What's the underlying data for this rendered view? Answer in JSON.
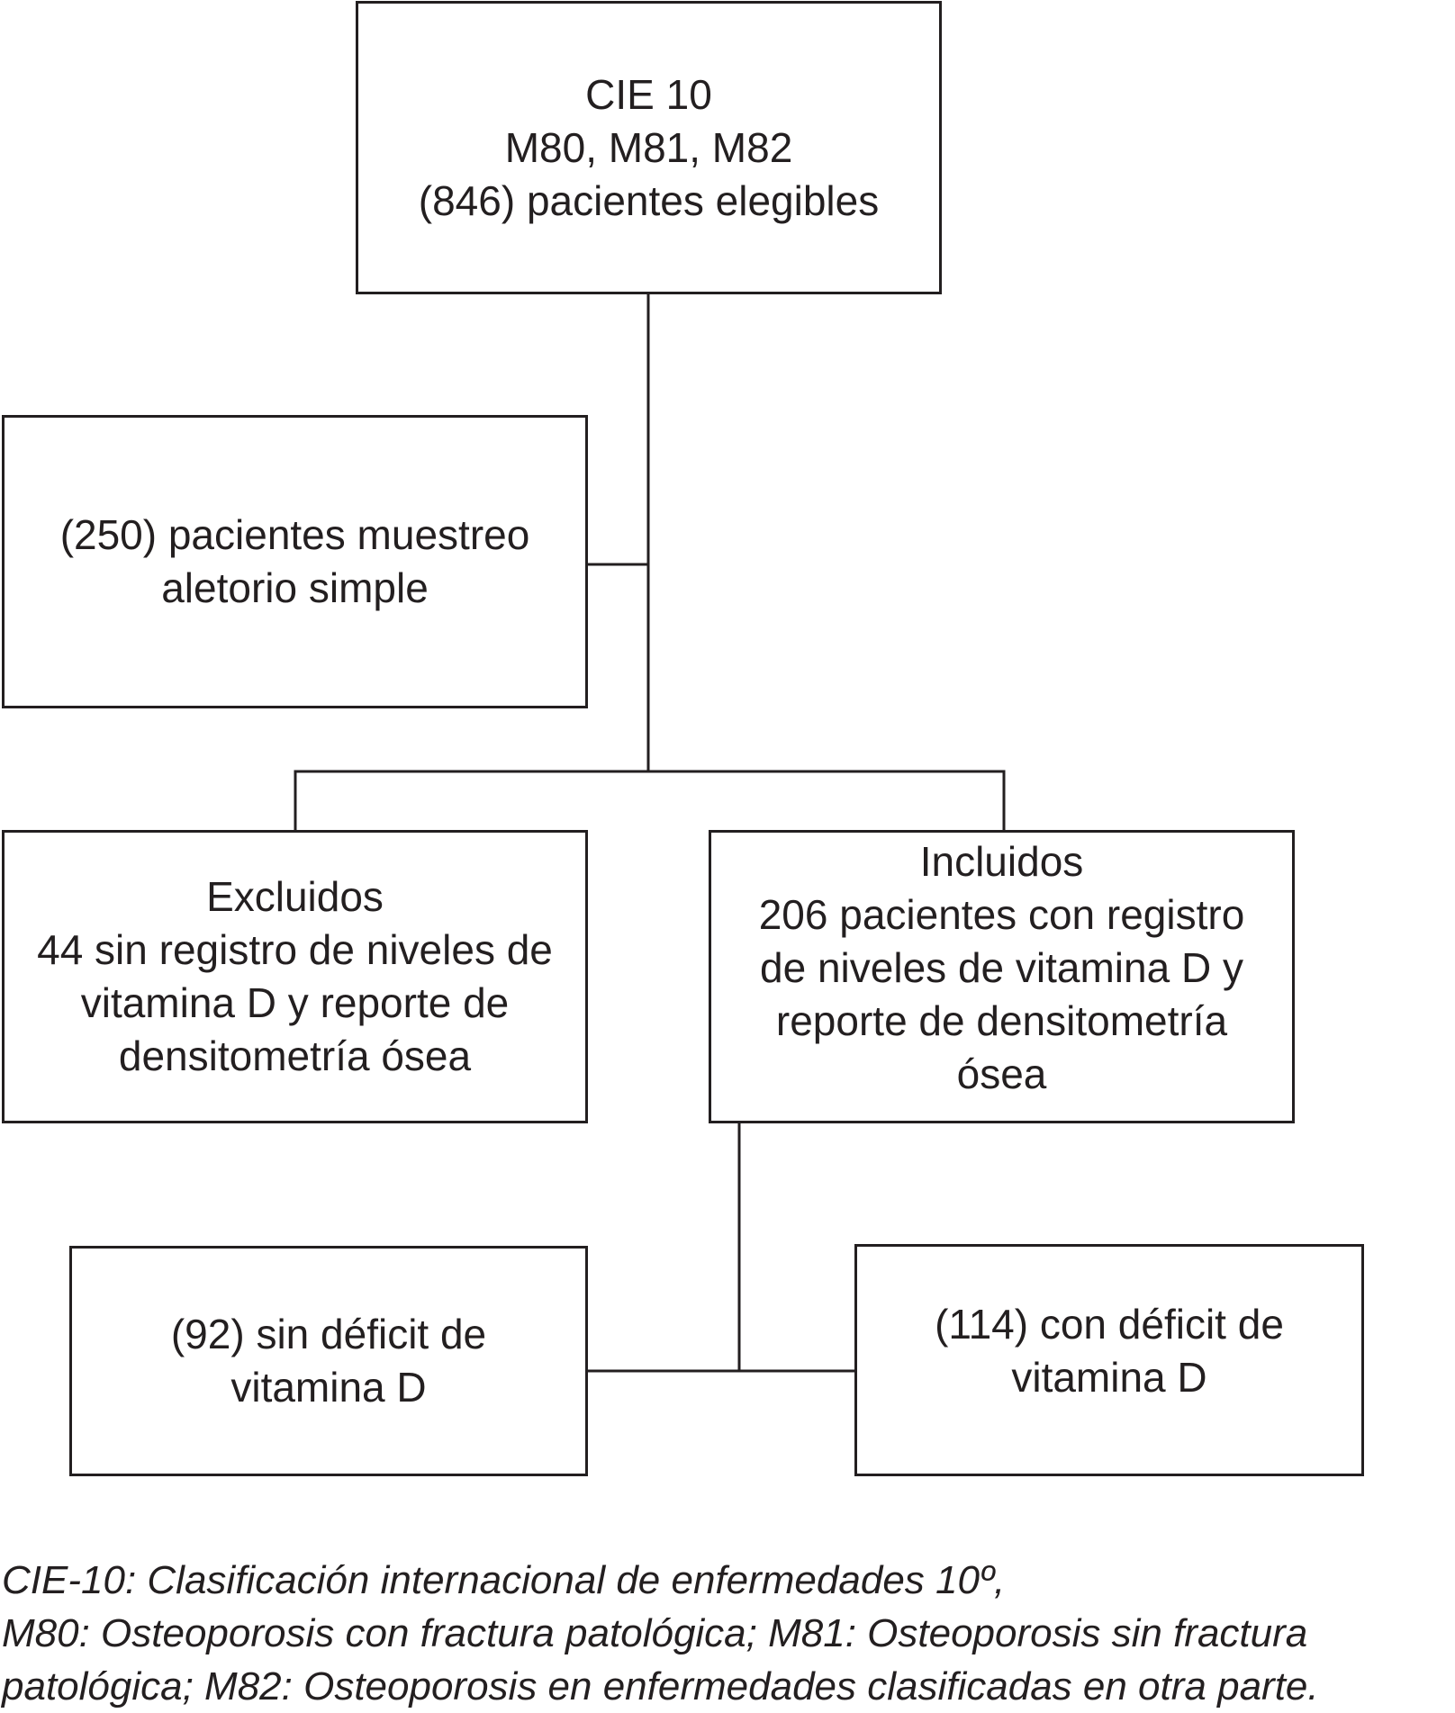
{
  "nodes": {
    "root": {
      "lines": [
        "CIE 10",
        "M80, M81, M82",
        "(846) pacientes elegibles"
      ]
    },
    "sample": {
      "lines": [
        "(250) pacientes muestreo",
        "aletorio simple"
      ]
    },
    "excluded": {
      "lines": [
        "Excluidos",
        "44 sin registro de niveles de",
        "vitamina D y reporte de",
        "densitometría ósea"
      ]
    },
    "included": {
      "lines": [
        "Incluidos",
        "206 pacientes con registro",
        "de niveles de vitamina D y",
        "reporte de densitometría",
        "ósea"
      ]
    },
    "no_deficit": {
      "lines": [
        "(92) sin déficit de",
        "vitamina D"
      ]
    },
    "deficit": {
      "lines": [
        "(114) con déficit de",
        "vitamina D"
      ]
    }
  },
  "edges": [
    {
      "from": "root",
      "to": "sample"
    },
    {
      "from": "root",
      "to": "excluded"
    },
    {
      "from": "root",
      "to": "included"
    },
    {
      "from": "included",
      "to": "no_deficit"
    },
    {
      "from": "included",
      "to": "deficit"
    }
  ],
  "footnote": {
    "lines": [
      "CIE-10: Clasificación internacional de enfermedades 10º,",
      "M80: Osteoporosis con fractura patológica; M81: Osteoporosis sin fractura",
      "patológica; M82: Osteoporosis en enfermedades clasificadas en otra parte."
    ]
  },
  "colors": {
    "ink": "#231f20",
    "background": "#ffffff"
  }
}
